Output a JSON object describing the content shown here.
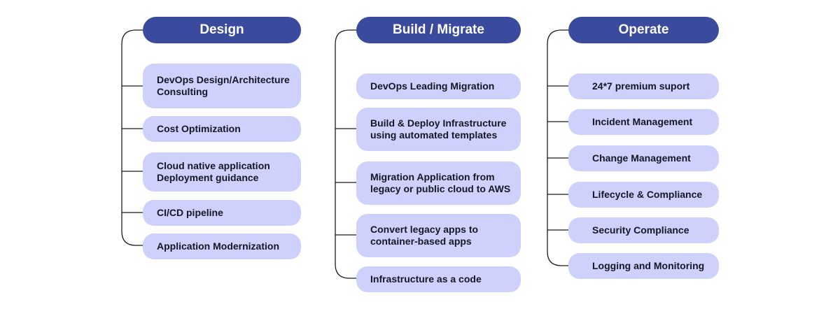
{
  "colors": {
    "header_bg": "#3a4a9c",
    "header_text": "#ffffff",
    "item_bg": "#cdd1fb",
    "item_text": "#141826",
    "connector": "#1b1b1b"
  },
  "columns": [
    {
      "title": "Design",
      "items": [
        "DevOps Design/Architecture\nConsulting",
        "Cost Optimization",
        "Cloud native application\nDeployment guidance",
        "CI/CD pipeline",
        "Application Modernization"
      ]
    },
    {
      "title": "Build / Migrate",
      "items": [
        "DevOps Leading Migration",
        "Build & Deploy Infrastructure\nusing automated templates",
        "Migration Application from\nlegacy or public cloud to AWS",
        "Convert legacy apps to\ncontainer-based apps",
        "Infrastructure as a code"
      ]
    },
    {
      "title": "Operate",
      "items": [
        "24*7 premium suport",
        "Incident Management",
        "Change Management",
        "Lifecycle & Compliance",
        "Security Compliance",
        "Logging and Monitoring"
      ]
    }
  ]
}
